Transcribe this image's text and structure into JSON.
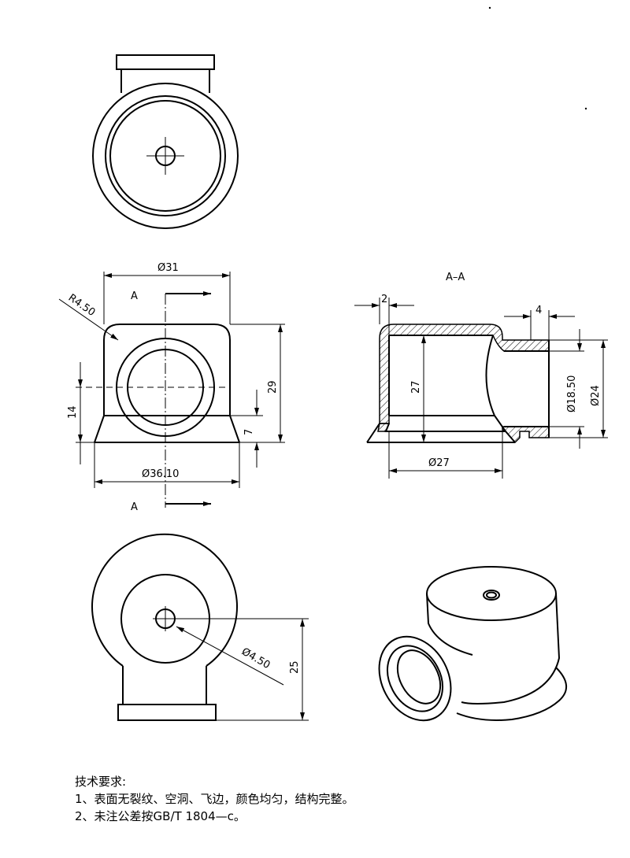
{
  "section_label": "A–A",
  "cut_label_top": "A",
  "cut_label_bottom": "A",
  "dimensions": {
    "d31": "Ø31",
    "r450": "R4.50",
    "h29": "29",
    "h14": "14",
    "h7": "7",
    "d3610": "Ø36.10",
    "wall2": "2",
    "len4": "4",
    "h27": "27",
    "d1850": "Ø18.50",
    "d24": "Ø24",
    "d27": "Ø27",
    "d450": "Ø4.50",
    "h25": "25"
  },
  "notes": {
    "title": "技术要求:",
    "line1": "1、表面无裂纹、空洞、飞边，颜色均匀，结构完整。",
    "line2": "2、未注公差按GB/T 1804—c。"
  }
}
